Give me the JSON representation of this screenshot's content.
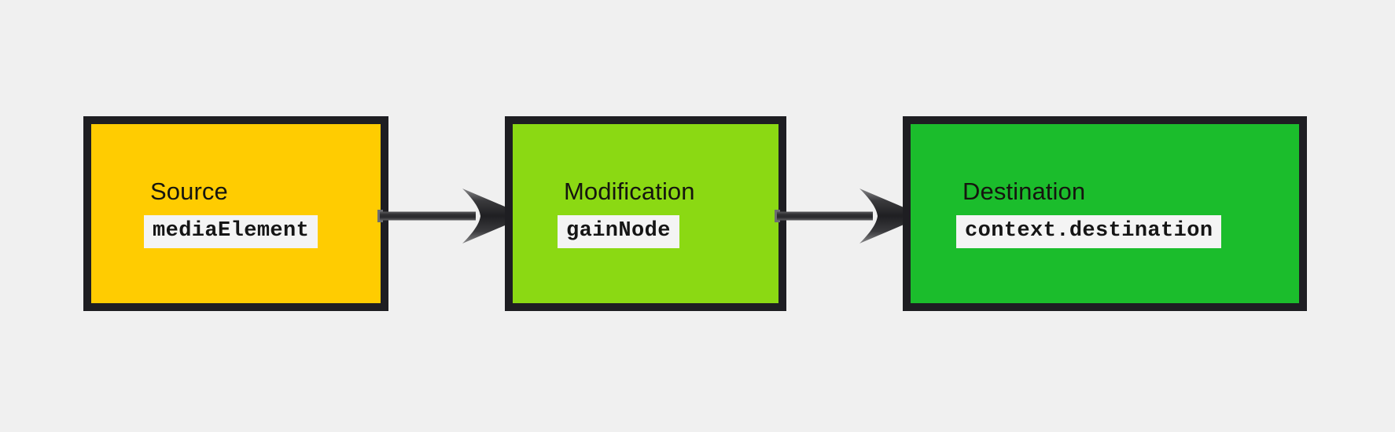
{
  "diagram": {
    "background_color": "#f0f0f0",
    "border_color": "#1e1e22",
    "arrow_color": "#2f2f31",
    "code_background": "#f4f4f4",
    "nodes": [
      {
        "id": "source",
        "title": "Source",
        "code": "mediaElement",
        "fill": "#ffcc01"
      },
      {
        "id": "modification",
        "title": "Modification",
        "code": "gainNode",
        "fill": "#8bd913"
      },
      {
        "id": "destination",
        "title": "Destination",
        "code": "context.destination",
        "fill": "#1bbd2c"
      }
    ],
    "connectors": [
      {
        "id": "connector-1",
        "from": "source",
        "to": "modification",
        "icon": "arrow-right-icon"
      },
      {
        "id": "connector-2",
        "from": "modification",
        "to": "destination",
        "icon": "arrow-right-icon"
      }
    ]
  }
}
